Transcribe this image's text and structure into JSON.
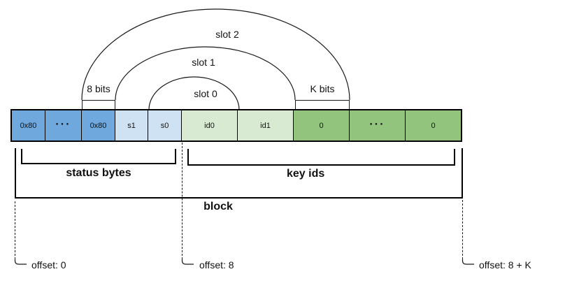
{
  "diagram": {
    "cells": [
      {
        "label": "0x80",
        "color": "blue"
      },
      {
        "label": "...",
        "color": "blue"
      },
      {
        "label": "0x80",
        "color": "blue"
      },
      {
        "label": "s1",
        "color": "lightBlue"
      },
      {
        "label": "s0",
        "color": "lightBlue"
      },
      {
        "label": "id0",
        "color": "lightGreen"
      },
      {
        "label": "id1",
        "color": "lightGreen"
      },
      {
        "label": "0",
        "color": "green"
      },
      {
        "label": "...",
        "color": "green"
      },
      {
        "label": "0",
        "color": "green"
      }
    ],
    "slots": [
      {
        "label": "slot 0"
      },
      {
        "label": "slot 1"
      },
      {
        "label": "slot 2"
      }
    ],
    "bit_labels": {
      "left": "8 bits",
      "right": "K bits"
    },
    "braces": {
      "status": "status bytes",
      "keys": "key ids",
      "block": "block"
    },
    "offsets": [
      {
        "label": "offset: 0"
      },
      {
        "label": "offset: 8"
      },
      {
        "label": "offset: 8 + K"
      }
    ]
  },
  "colors": {
    "blue": "#6fa8dc",
    "lightBlue": "#cfe2f3",
    "lightGreen": "#d9ead3",
    "green": "#93c47d",
    "line": "#1a1a1a"
  }
}
